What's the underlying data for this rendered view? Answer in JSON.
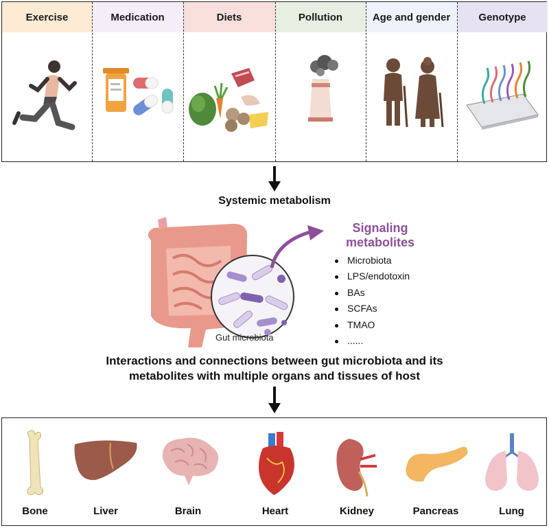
{
  "factors": [
    {
      "label": "Exercise",
      "color": "#fdebd3"
    },
    {
      "label": "Medication",
      "color": "#f5eef8"
    },
    {
      "label": "Diets",
      "color": "#f7e0dc"
    },
    {
      "label": "Pollution",
      "color": "#e6efe2"
    },
    {
      "label": "Age and gender",
      "color": "#eef3fb"
    },
    {
      "label": "Genotype",
      "color": "#e6e2f1"
    }
  ],
  "systemic_title": "Systemic metabolism",
  "gut_label": "Gut microbiota",
  "signaling": {
    "title_line1": "Signaling",
    "title_line2": "metabolites",
    "color": "#8e4f9a",
    "items": [
      "Microbiota",
      "LPS/endotoxin",
      "BAs",
      "SCFAs",
      "TMAO",
      "......"
    ]
  },
  "interaction_line1": "Interactions and connections between gut microbiota and its",
  "interaction_line2": "metabolites with multiple organs and tissues of host",
  "organs": [
    "Bone",
    "Liver",
    "Brain",
    "Heart",
    "Kidney",
    "Pancreas",
    "Lung"
  ]
}
